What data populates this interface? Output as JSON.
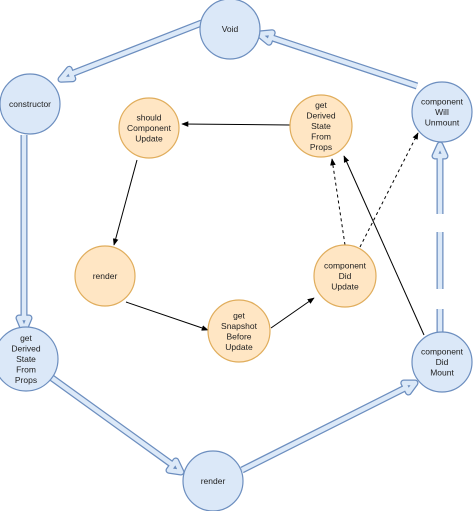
{
  "colors": {
    "outer_fill": "#dbe8f8",
    "outer_stroke": "#6c8ebf",
    "outer_arrow_fill": "#dce9f8",
    "inner_fill": "#ffe6c4",
    "inner_stroke": "#e0ad5c",
    "connector": "#000000"
  },
  "nodes": {
    "void": {
      "lines": [
        "Void"
      ]
    },
    "constructor": {
      "lines": [
        "constructor"
      ]
    },
    "get_derived_outer": {
      "lines": [
        "get",
        "Derived",
        "State",
        "From",
        "Props"
      ]
    },
    "render_outer": {
      "lines": [
        "render"
      ]
    },
    "component_did_mount": {
      "lines": [
        "component",
        "Did",
        "Mount"
      ]
    },
    "component_will_unmount": {
      "lines": [
        "component",
        "Will",
        "Unmount"
      ]
    },
    "should_component_update": {
      "lines": [
        "should",
        "Component",
        "Update"
      ]
    },
    "get_derived_inner": {
      "lines": [
        "get",
        "Derived",
        "State",
        "From",
        "Props"
      ]
    },
    "render_inner": {
      "lines": [
        "render"
      ]
    },
    "get_snapshot_before_update": {
      "lines": [
        "get",
        "Snapshot",
        "Before",
        "Update"
      ]
    },
    "component_did_update": {
      "lines": [
        "component",
        "Did",
        "Update"
      ]
    }
  }
}
